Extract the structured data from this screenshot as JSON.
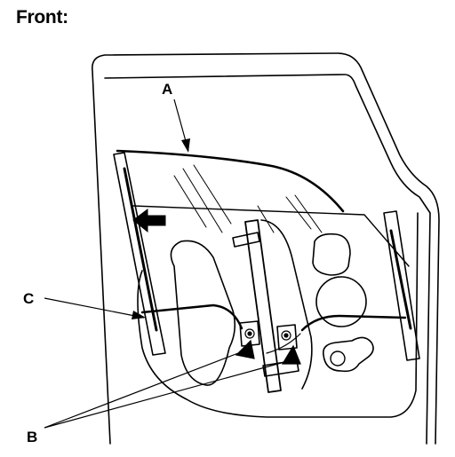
{
  "heading": "Front:",
  "callouts": {
    "a": "A",
    "b": "B",
    "c": "C"
  },
  "colors": {
    "ink": "#000000",
    "paper": "#ffffff"
  },
  "icons": {
    "direction_arrow": "left-arrow-icon",
    "bolt": "bolt-icon"
  }
}
